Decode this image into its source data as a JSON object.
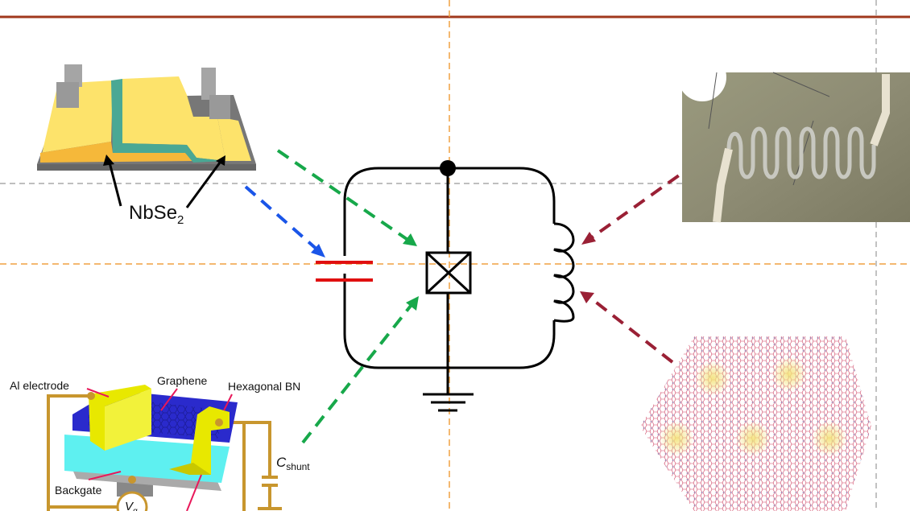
{
  "colors": {
    "header_rule": "#a0381c",
    "guide_orange": "#f0a040",
    "guide_gray": "#999999",
    "capacitor": "#e01010",
    "arrow_blue": "#1a55e8",
    "arrow_green": "#17a84a",
    "arrow_maroon": "#9a2035"
  },
  "nbse2_device": {
    "label": "NbSe",
    "subscript": "2"
  },
  "graphene_device": {
    "al_electrode": "Al electrode",
    "graphene": "Graphene",
    "hbn": "Hexagonal BN",
    "cshunt": "C",
    "cshunt_sub": "shunt",
    "backgate": "Backgate",
    "vg": "V",
    "vg_sub": "g"
  }
}
